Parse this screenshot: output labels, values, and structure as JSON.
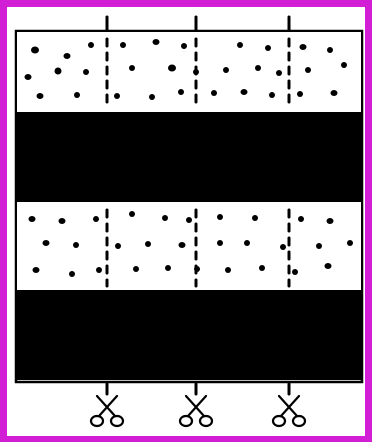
{
  "diagram": {
    "frame_color": "#d21fd6",
    "background_color": "#ffffff",
    "outline_color": "#000000",
    "dark_band_color": "#000000",
    "dot_color": "#000000",
    "band_sequence": [
      "dotted",
      "black",
      "dotted",
      "black"
    ],
    "cut_line_count": 3,
    "icons": [
      "scissors-icon",
      "scissors-icon",
      "scissors-icon"
    ]
  }
}
